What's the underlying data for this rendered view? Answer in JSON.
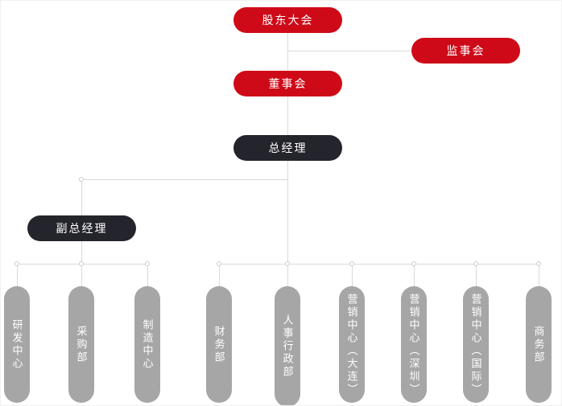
{
  "org_chart": {
    "nodes": {
      "shareholders_meeting": "股东大会",
      "supervisory_board": "监事会",
      "board_of_directors": "董事会",
      "general_manager": "总经理",
      "deputy_general_manager": "副总经理"
    },
    "departments": [
      "研发中心",
      "采购部",
      "制造中心",
      "财务部",
      "人事行政部",
      "营销中心（大连）",
      "营销中心（深圳）",
      "营销中心（国际）",
      "商务部"
    ],
    "colors": {
      "primary_red": "#cf0a18",
      "dark": "#24242c",
      "gray": "#a6a6a6",
      "connector": "#d9d9d9"
    }
  }
}
